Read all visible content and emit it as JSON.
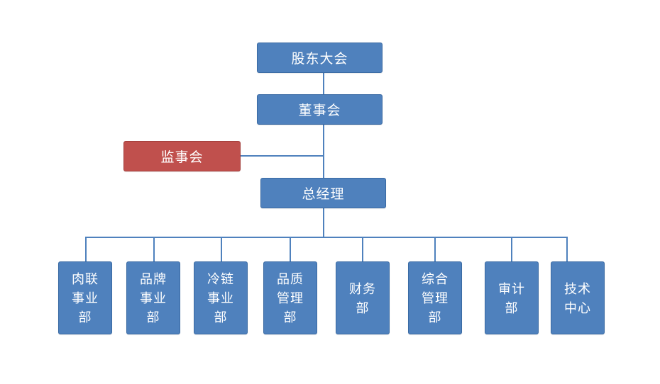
{
  "colors": {
    "box_blue": "#4f81bd",
    "box_red": "#c0504d",
    "connector": "#4f81bd",
    "text": "#ffffff"
  },
  "nodes": {
    "shareholders_meeting": "股东大会",
    "board_of_directors": "董事会",
    "supervisory_board": "监事会",
    "general_manager": "总经理",
    "departments": [
      "肉联\n事业\n部",
      "品牌\n事业\n部",
      "冷链\n事业\n部",
      "品质\n管理\n部",
      "财务\n部",
      "综合\n管理\n部",
      "审计\n部",
      "技术\n中心"
    ]
  }
}
